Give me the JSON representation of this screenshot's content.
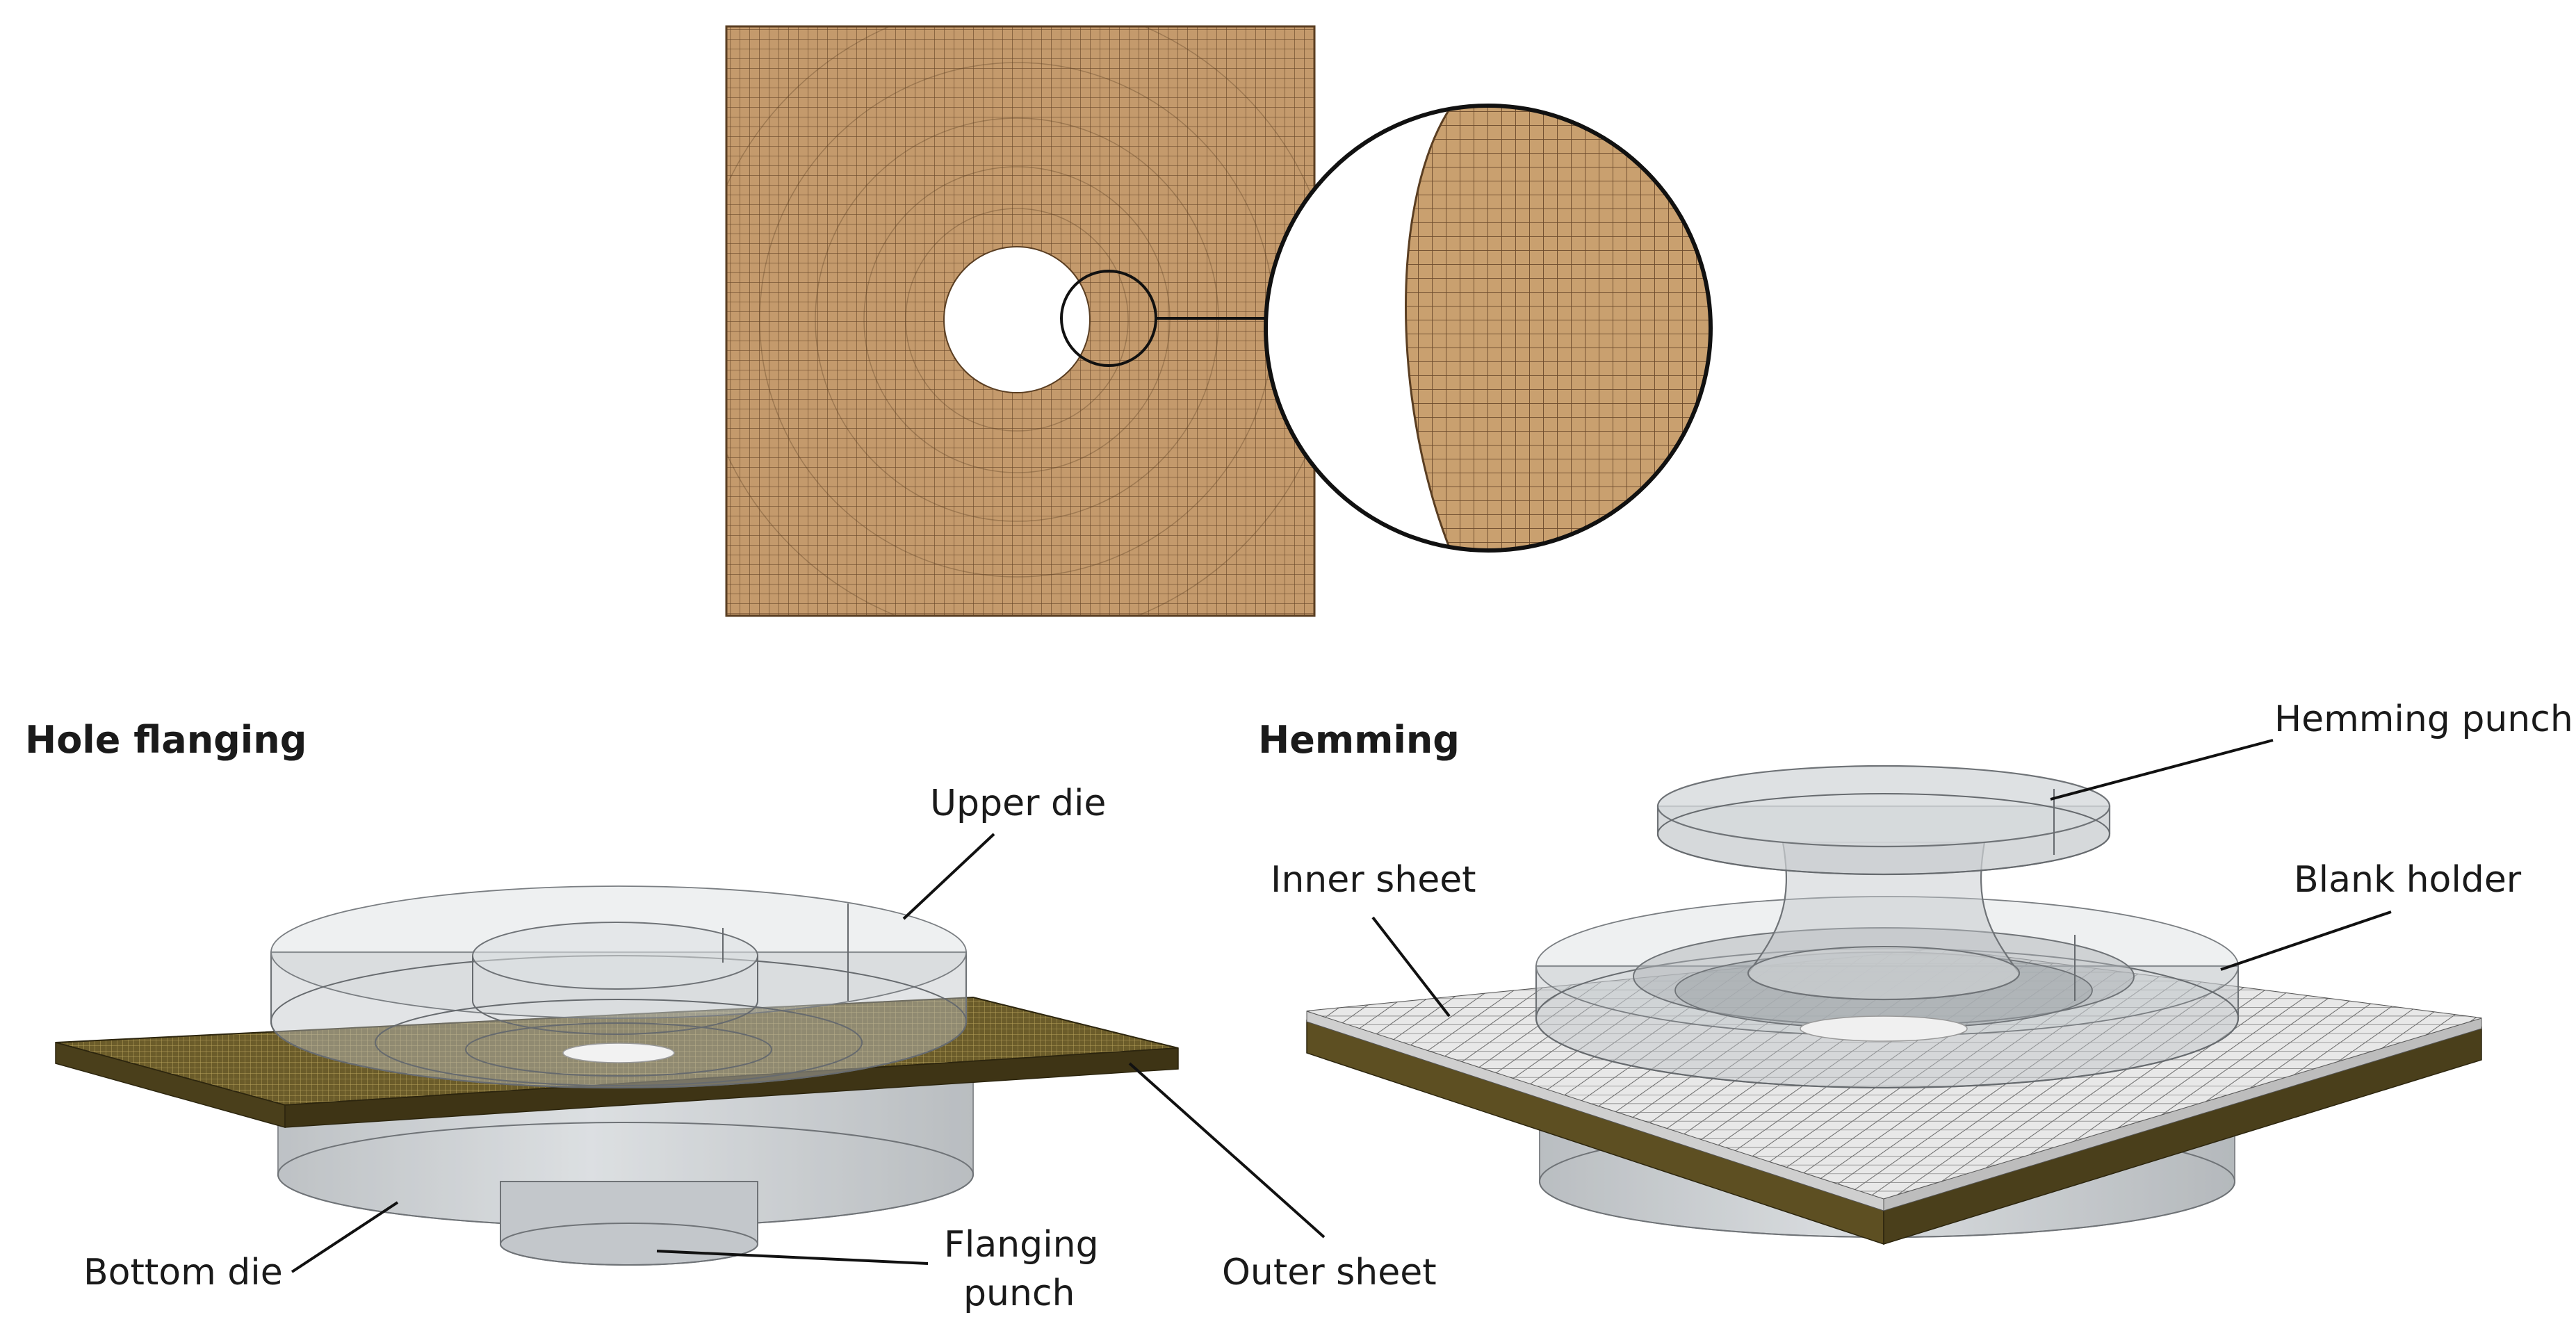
{
  "colors": {
    "mesh_fill": "#c49a6c",
    "mesh_line": "#6b4a2b",
    "sheet_olive": "#6b5c2a",
    "sheet_olive_dark": "#3e3415",
    "tool_grey": "#bfc4c8",
    "inner_sheet_tile": "#e6e6e6",
    "leader": "#111111"
  },
  "icons": {
    "mesh_plate": "meshed-square-plate-with-hole",
    "zoom_circle": "magnified-mesh-detail",
    "hole_flanging_assembly": "hole-flanging-tool-assembly",
    "hemming_assembly": "hemming-tool-assembly"
  },
  "labels": {
    "hole_flanging_title": "Hole flanging",
    "hemming_title": "Hemming",
    "upper_die": "Upper die",
    "bottom_die": "Bottom die",
    "flanging_punch_line1": "Flanging",
    "flanging_punch_line2": "punch",
    "outer_sheet": "Outer sheet",
    "hemming_punch": "Hemming punch",
    "inner_sheet": "Inner sheet",
    "blank_holder": "Blank holder"
  }
}
